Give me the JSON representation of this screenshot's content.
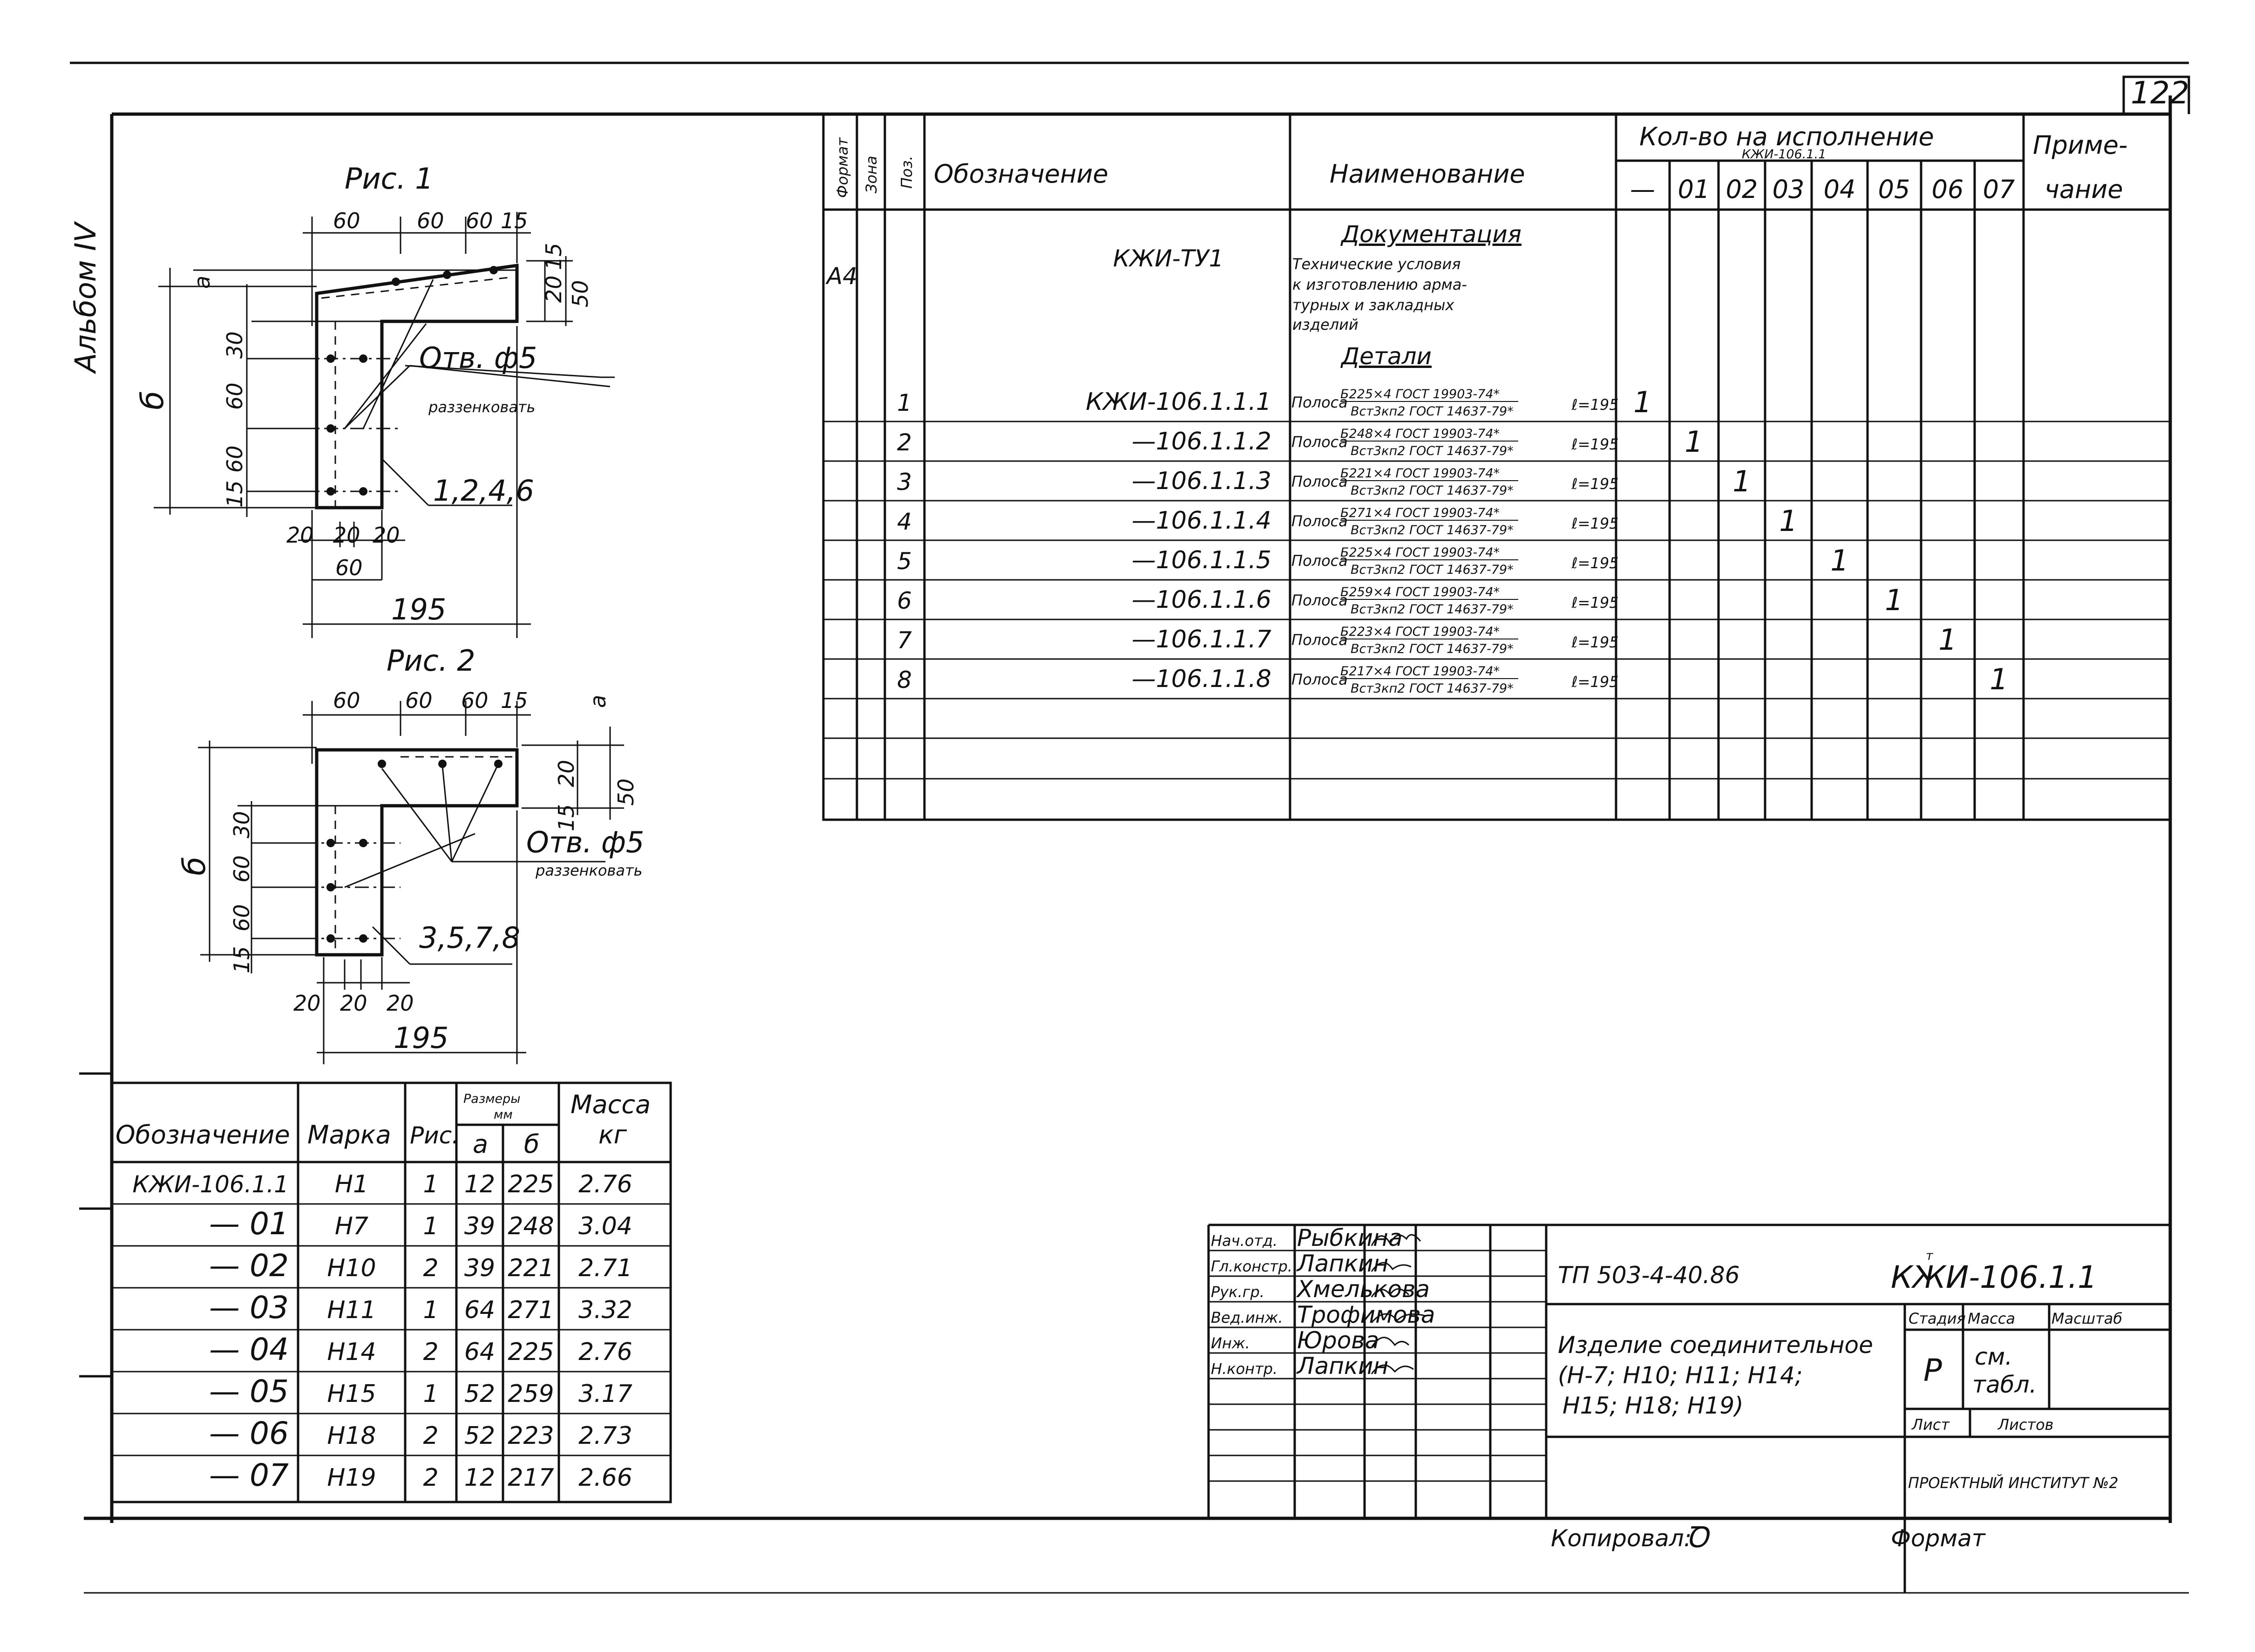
{
  "page_number": "122",
  "album_label": "Альбом IV",
  "spec_table": {
    "headers": {
      "format": "Формат",
      "zone": "Зона",
      "pos": "Поз.",
      "designation": "Обозначение",
      "name": "Наименование",
      "qty_group": "Кол-во на исполнение",
      "qty_group_overlay": "КЖИ-106.1.1",
      "variants": [
        "—",
        "01",
        "02",
        "03",
        "04",
        "05",
        "06",
        "07"
      ],
      "note_line1": "Приме-",
      "note_line2": "чание"
    },
    "section_docs": "Документация",
    "doc_row": {
      "format": "А4",
      "designation": "КЖИ-ТУ1",
      "name_lines": [
        "Технические условия",
        "к изготовлению арма-",
        "турных и закладных",
        "изделий"
      ]
    },
    "section_details": "Детали",
    "rows": [
      {
        "pos": "1",
        "designation": "КЖИ-106.1.1.1",
        "name_prefix": "Полоса",
        "spec_top": "Б225×4 ГОСТ 19903-74*",
        "spec_bottom": "Вст3кп2 ГОСТ 14637-79*",
        "length": "ℓ=195",
        "qty": "1"
      },
      {
        "pos": "2",
        "designation": "—106.1.1.2",
        "name_prefix": "Полоса",
        "spec_top": "Б248×4 ГОСТ 19903-74*",
        "spec_bottom": "Вст3кп2 ГОСТ 14637-79*",
        "length": "ℓ=195",
        "qty": "1"
      },
      {
        "pos": "3",
        "designation": "—106.1.1.3",
        "name_prefix": "Полоса",
        "spec_top": "Б221×4 ГОСТ 19903-74*",
        "spec_bottom": "Вст3кп2 ГОСТ 14637-79*",
        "length": "ℓ=195",
        "qty": "1"
      },
      {
        "pos": "4",
        "designation": "—106.1.1.4",
        "name_prefix": "Полоса",
        "spec_top": "Б271×4 ГОСТ 19903-74*",
        "spec_bottom": "Вст3кп2 ГОСТ 14637-79*",
        "length": "ℓ=195",
        "qty": "1"
      },
      {
        "pos": "5",
        "designation": "—106.1.1.5",
        "name_prefix": "Полоса",
        "spec_top": "Б225×4 ГОСТ 19903-74*",
        "spec_bottom": "Вст3кп2 ГОСТ 14637-79*",
        "length": "ℓ=195",
        "qty": "1"
      },
      {
        "pos": "6",
        "designation": "—106.1.1.6",
        "name_prefix": "Полоса",
        "spec_top": "Б259×4 ГОСТ 19903-74*",
        "spec_bottom": "Вст3кп2 ГОСТ 14637-79*",
        "length": "ℓ=195",
        "qty": "1"
      },
      {
        "pos": "7",
        "designation": "—106.1.1.7",
        "name_prefix": "Полоса",
        "spec_top": "Б223×4 ГОСТ 19903-74*",
        "spec_bottom": "Вст3кп2 ГОСТ 14637-79*",
        "length": "ℓ=195",
        "qty": "1"
      },
      {
        "pos": "8",
        "designation": "—106.1.1.8",
        "name_prefix": "Полоса",
        "spec_top": "Б217×4 ГОСТ 19903-74*",
        "spec_bottom": "Вст3кп2 ГОСТ 14637-79*",
        "length": "ℓ=195",
        "qty": "1"
      }
    ]
  },
  "fig1": {
    "title": "Рис. 1",
    "dims_top": [
      "60",
      "60",
      "60",
      "15"
    ],
    "dim_a": "а",
    "dim_b": "б",
    "dims_left": [
      "30",
      "60",
      "60",
      "15"
    ],
    "dims_right": [
      "15",
      "20",
      "50"
    ],
    "dims_bottom": [
      "20",
      "20",
      "20"
    ],
    "dim_bottom_60": "60",
    "dim_total": "195",
    "hole_label": "Отв. ф5",
    "countersink": "раззенковать",
    "positions": "1,2,4,6"
  },
  "fig2": {
    "title": "Рис. 2",
    "dims_top": [
      "60",
      "60",
      "60",
      "15"
    ],
    "dim_a": "а",
    "dim_b": "б",
    "dims_left": [
      "30",
      "60",
      "60",
      "15"
    ],
    "dims_right": [
      "20",
      "15",
      "50"
    ],
    "dims_bottom": [
      "20",
      "20",
      "20"
    ],
    "dim_total": "195",
    "hole_label": "Отв. ф5",
    "countersink": "раззенковать",
    "positions": "3,5,7,8"
  },
  "mass_table": {
    "headers": {
      "designation": "Обозначение",
      "mark": "Марка",
      "fig": "Рис.",
      "dims_line1": "Размеры",
      "dims_line2": "мм",
      "a": "а",
      "b": "б",
      "mass_line1": "Масса",
      "mass_line2": "кг"
    },
    "rows": [
      {
        "designation": "КЖИ-106.1.1",
        "mark": "Н1",
        "fig": "1",
        "a": "12",
        "b": "225",
        "mass": "2.76"
      },
      {
        "designation": "— 01",
        "mark": "Н7",
        "fig": "1",
        "a": "39",
        "b": "248",
        "mass": "3.04"
      },
      {
        "designation": "— 02",
        "mark": "Н10",
        "fig": "2",
        "a": "39",
        "b": "221",
        "mass": "2.71"
      },
      {
        "designation": "— 03",
        "mark": "Н11",
        "fig": "1",
        "a": "64",
        "b": "271",
        "mass": "3.32"
      },
      {
        "designation": "— 04",
        "mark": "Н14",
        "fig": "2",
        "a": "64",
        "b": "225",
        "mass": "2.76"
      },
      {
        "designation": "— 05",
        "mark": "Н15",
        "fig": "1",
        "a": "52",
        "b": "259",
        "mass": "3.17"
      },
      {
        "designation": "— 06",
        "mark": "Н18",
        "fig": "2",
        "a": "52",
        "b": "223",
        "mass": "2.73"
      },
      {
        "designation": "— 07",
        "mark": "Н19",
        "fig": "2",
        "a": "12",
        "b": "217",
        "mass": "2.66"
      }
    ]
  },
  "title_block": {
    "people": [
      {
        "role": "Нач.отд.",
        "name": "Рыбкина"
      },
      {
        "role": "Гл.констр.",
        "name": "Лапкин"
      },
      {
        "role": "Рук.гр.",
        "name": "Хмелькова"
      },
      {
        "role": "Вед.инж.",
        "name": "Трофимова"
      },
      {
        "role": "Инж.",
        "name": "Юрова"
      },
      {
        "role": "Н.контр.",
        "name": "Лапкин"
      }
    ],
    "project_code": "ТП 503-4-40.86",
    "doc_code": "КЖИ-106.1.1",
    "doc_code_overlay": "т",
    "title_lines": [
      "Изделие соединительное",
      "(Н-7; Н10; Н11; Н14;",
      "Н15; Н18; Н19)"
    ],
    "stage_label": "Стадия",
    "mass_label": "Масса",
    "scale_label": "Масштаб",
    "stage_value": "Р",
    "mass_value_line1": "см.",
    "mass_value_line2": "табл.",
    "sheet_label": "Лист",
    "sheets_label": "Листов",
    "institute": "ПРОЕКТНЫЙ ИНСТИТУТ №2",
    "copied_label": "Копировал:",
    "copied_sign": "Ꝺ",
    "format_label": "Формат"
  }
}
